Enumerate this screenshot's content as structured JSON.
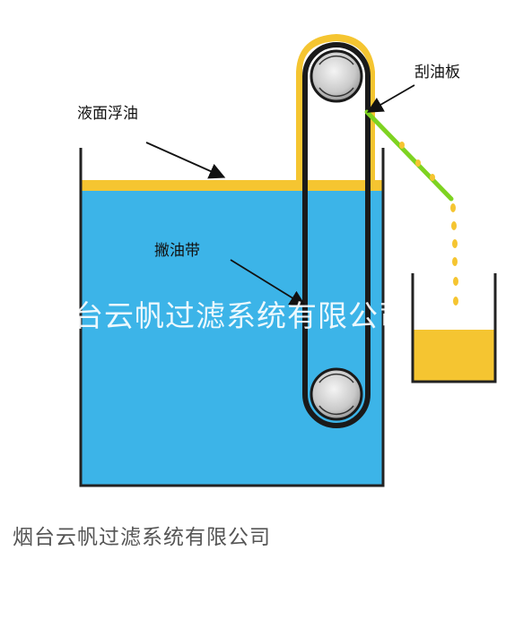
{
  "labels": {
    "surface_oil": "液面浮油",
    "skimmer_belt": "撇油带",
    "scraper": "刮油板"
  },
  "watermark": "烟台云帆过滤系统有限公司",
  "caption": "烟台云帆过滤系统有限公司",
  "colors": {
    "water": "#3cb4e8",
    "oil": "#f5c531",
    "scraper": "#7ed321",
    "tank_wall": "#222222",
    "belt": "#1a1a1a",
    "pulley": "#d8d8d8"
  }
}
